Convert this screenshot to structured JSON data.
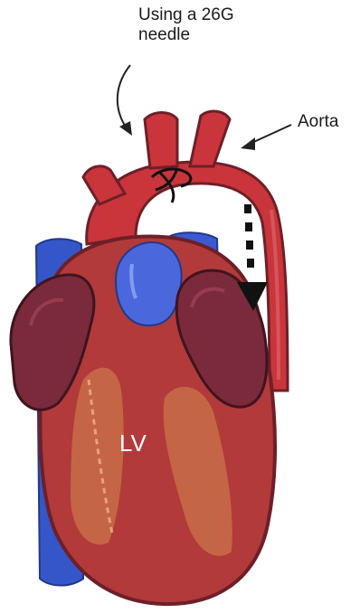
{
  "labels": {
    "needle_line1": "Using a 26G",
    "needle_line2": "needle",
    "aorta": "Aorta",
    "lv": "LV"
  },
  "colors": {
    "heart_body": "#b23a3a",
    "heart_outline": "#6e1f28",
    "aorta": "#c9353b",
    "atrium": "#7a2a3a",
    "vessel_blue": "#3a5bd0",
    "fat": "#d48a4e",
    "arrow": "#111111"
  },
  "icons": {
    "flow_arrow": "dashed-down-arrow-icon",
    "ligature": "suture-knot-icon"
  }
}
